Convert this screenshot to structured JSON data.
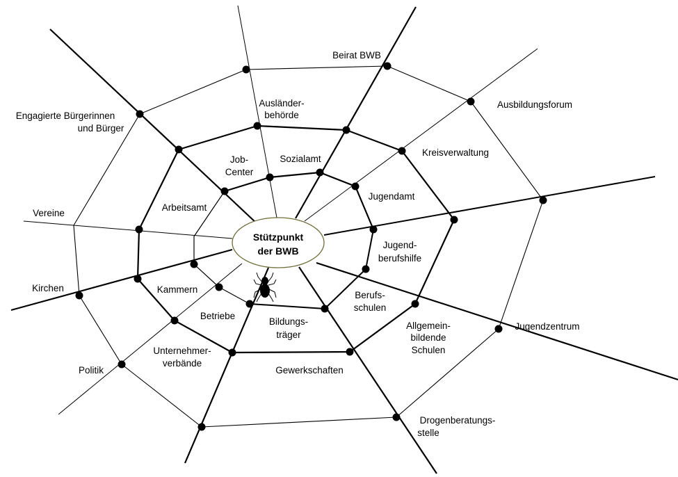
{
  "center": {
    "line1": "Stützpunkt",
    "line2": "der BWB"
  },
  "labels": {
    "beirat": "Beirat BWB",
    "auslaender_1": "Ausländer-",
    "auslaender_2": "behörde",
    "engagierte_1": "Engagierte Bürgerinnen",
    "engagierte_2": "und Bürger",
    "ausbildungsforum": "Ausbildungsforum",
    "job_1": "Job-",
    "job_2": "Center",
    "sozialamt": "Sozialamt",
    "kreisverwaltung": "Kreisverwaltung",
    "jugendamt": "Jugendamt",
    "arbeitsamt": "Arbeitsamt",
    "vereine": "Vereine",
    "jugendberufshilfe_1": "Jugend-",
    "jugendberufshilfe_2": "berufshilfe",
    "kirchen": "Kirchen",
    "kammern": "Kammern",
    "berufsschulen_1": "Berufs-",
    "berufsschulen_2": "schulen",
    "betriebe": "Betriebe",
    "bildungstraeger_1": "Bildungs-",
    "bildungstraeger_2": "träger",
    "allgemein_1": "Allgemein-",
    "allgemein_2": "bildende",
    "allgemein_3": "Schulen",
    "jugendzentrum": "Jugendzentrum",
    "unternehmer_1": "Unternehmer-",
    "unternehmer_2": "verbände",
    "politik": "Politik",
    "gewerkschaften": "Gewerkschaften",
    "drogen_1": "Drogenberatungs-",
    "drogen_2": "stelle"
  },
  "icons": {
    "spider": "spider-icon"
  }
}
